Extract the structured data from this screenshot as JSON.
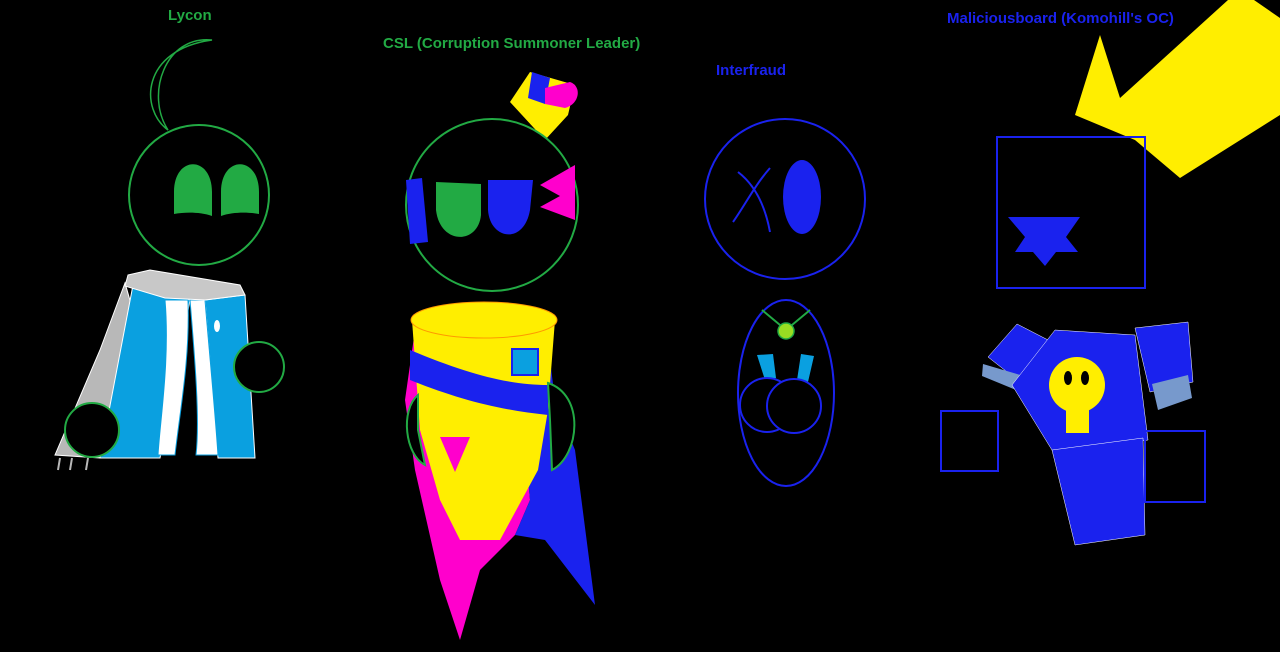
{
  "characters": {
    "lycon": {
      "name": "Lycon"
    },
    "csl": {
      "name": "CSL (Corruption Summoner Leader)"
    },
    "interfraud": {
      "name": "Interfraud"
    },
    "maliciousboard": {
      "name": "Maliciousboard (Komohill's OC)"
    }
  },
  "colors": {
    "background": "#000000",
    "green": "#22aa44",
    "blue": "#1a22ee",
    "yellow": "#ffee00",
    "magenta": "#ff00cc",
    "cyan": "#0aa0e0"
  }
}
